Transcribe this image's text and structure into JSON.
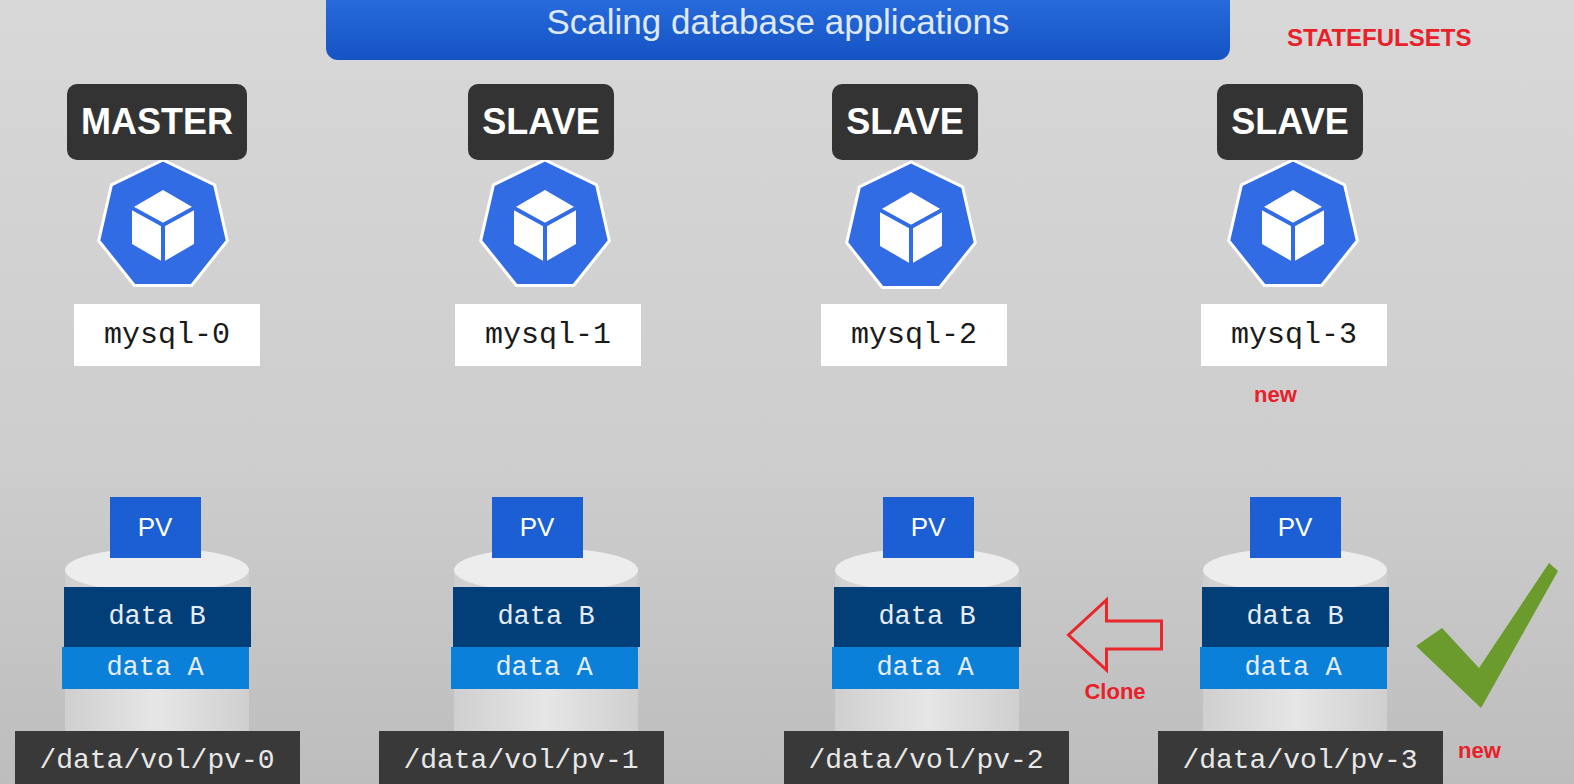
{
  "diagram": {
    "title": "Scaling database applications",
    "nodes": [
      {
        "text": [
          "MASTER"
        ]
      },
      {
        "text": [
          "SLAVE"
        ]
      },
      {
        "text": [
          "SLAVE"
        ]
      },
      {
        "text": [
          "SLAVE"
        ]
      },
      {
        "text": [
          "mysql-0"
        ]
      },
      {
        "text": [
          "mysql-1"
        ]
      },
      {
        "text": [
          "mysql-2"
        ]
      },
      {
        "text": [
          "mysql-3"
        ]
      },
      {
        "text": [
          "PV"
        ]
      },
      {
        "text": [
          "PV"
        ]
      },
      {
        "text": [
          "PV"
        ]
      },
      {
        "text": [
          "PV"
        ]
      },
      {
        "text": [
          "data B"
        ]
      },
      {
        "text": [
          "data B"
        ]
      },
      {
        "text": [
          "data B"
        ]
      },
      {
        "text": [
          "data B"
        ]
      },
      {
        "text": [
          "data A"
        ]
      },
      {
        "text": [
          "data A"
        ]
      },
      {
        "text": [
          "data A"
        ]
      },
      {
        "text": [
          "data A"
        ]
      },
      {
        "text": [
          "/data/vol/pv-0"
        ]
      },
      {
        "text": [
          "/data/vol/pv-1"
        ]
      },
      {
        "text": [
          "/data/vol/pv-2"
        ]
      },
      {
        "text": [
          "/data/vol/pv-3"
        ]
      }
    ],
    "edges": [
      {
        "from": 15,
        "to": 14,
        "label": "Clone",
        "arrow": "to"
      }
    ],
    "labels": [
      "STATEFULSETS",
      "new",
      "new"
    ]
  }
}
